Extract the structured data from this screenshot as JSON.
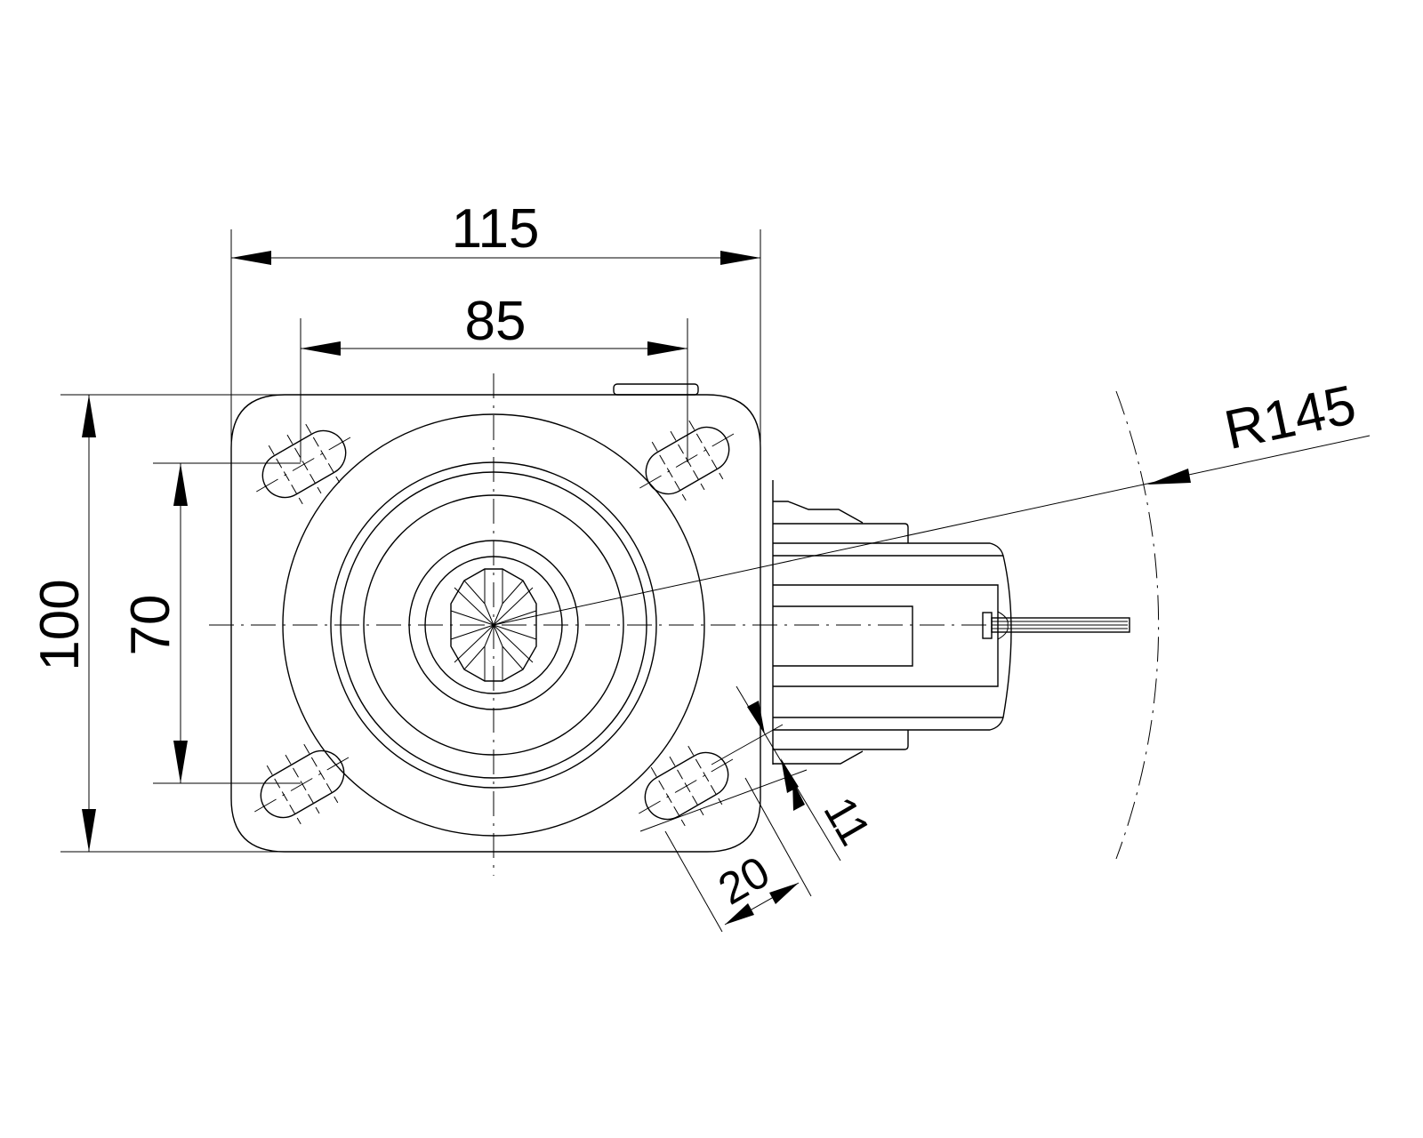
{
  "drawing": {
    "title": "Swivel castor top view",
    "dimensions": {
      "overall_width": "115",
      "hole_spacing_width": "85",
      "overall_length": "100",
      "hole_spacing_length": "70",
      "slot_length": "20",
      "slot_width": "11",
      "swivel_radius": "R145"
    },
    "line_color": "#000000",
    "background": "#ffffff"
  }
}
